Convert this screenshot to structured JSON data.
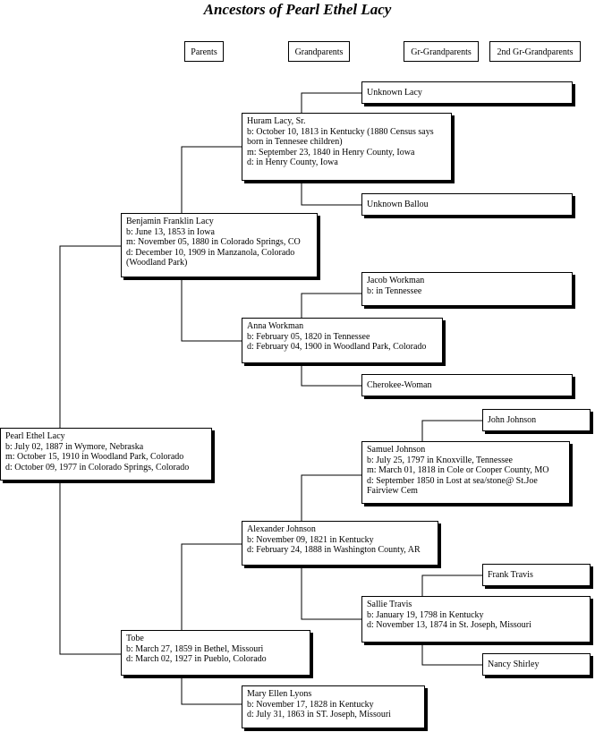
{
  "title": "Ancestors of Pearl Ethel Lacy",
  "headers": {
    "parents": "Parents",
    "grandparents": "Grandparents",
    "gr_grandparents": "Gr-Grandparents",
    "second_gr_grandparents": "2nd Gr-Grandparents"
  },
  "people": {
    "pearl": {
      "name": "Pearl Ethel Lacy",
      "l1": "b: July 02, 1887 in Wymore, Nebraska",
      "l2": "m: October 15, 1910 in Woodland Park, Colorado",
      "l3": "d: October 09, 1977 in Colorado Springs, Colorado"
    },
    "benjamin": {
      "name": "Benjamin Franklin Lacy",
      "l1": "b: June 13, 1853 in Iowa",
      "l2": "m: November 05, 1880 in Colorado Springs, CO",
      "l3": "d: December 10, 1909 in Manzanola, Colorado",
      "l4": "(Woodland Park)"
    },
    "huram": {
      "name": "Huram Lacy, Sr.",
      "l1": "b: October 10, 1813 in Kentucky (1880 Census says",
      "l2": "born in Tennesee children)",
      "l3": "m: September 23, 1840 in Henry County, Iowa",
      "l4": "d: in Henry County, Iowa"
    },
    "unknown_lacy": {
      "name": "Unknown Lacy"
    },
    "unknown_ballou": {
      "name": "Unknown Ballou"
    },
    "anna": {
      "name": "Anna Workman",
      "l1": "b: February 05, 1820 in Tennessee",
      "l2": "d: February 04, 1900 in Woodland Park, Colorado"
    },
    "jacob": {
      "name": "Jacob Workman",
      "l1": "b: in Tennessee"
    },
    "cherokee": {
      "name": "Cherokee-Woman"
    },
    "tobe": {
      "name": "Tobe",
      "l1": "b: March 27, 1859 in Bethel, Missouri",
      "l2": "d: March 02, 1927 in Pueblo, Colorado"
    },
    "alexander": {
      "name": "Alexander Johnson",
      "l1": "b: November 09, 1821 in Kentucky",
      "l2": "d: February 24, 1888 in Washington County, AR"
    },
    "samuel": {
      "name": "Samuel Johnson",
      "l1": "b: July 25, 1797 in Knoxville, Tennessee",
      "l2": "m: March 01, 1818 in Cole or Cooper County, MO",
      "l3": "d: September 1850 in Lost at sea/stone@ St.Joe",
      "l4": "Fairview Cem"
    },
    "john": {
      "name": "John Johnson"
    },
    "sallie": {
      "name": "Sallie Travis",
      "l1": "b: January 19, 1798 in Kentucky",
      "l2": "d: November 13, 1874 in St. Joseph, Missouri"
    },
    "frank": {
      "name": "Frank Travis"
    },
    "nancy": {
      "name": "Nancy Shirley"
    },
    "mary": {
      "name": "Mary Ellen Lyons",
      "l1": "b: November 17, 1828 in Kentucky",
      "l2": "d: July 31, 1863 in ST. Joseph, Missouri"
    }
  }
}
